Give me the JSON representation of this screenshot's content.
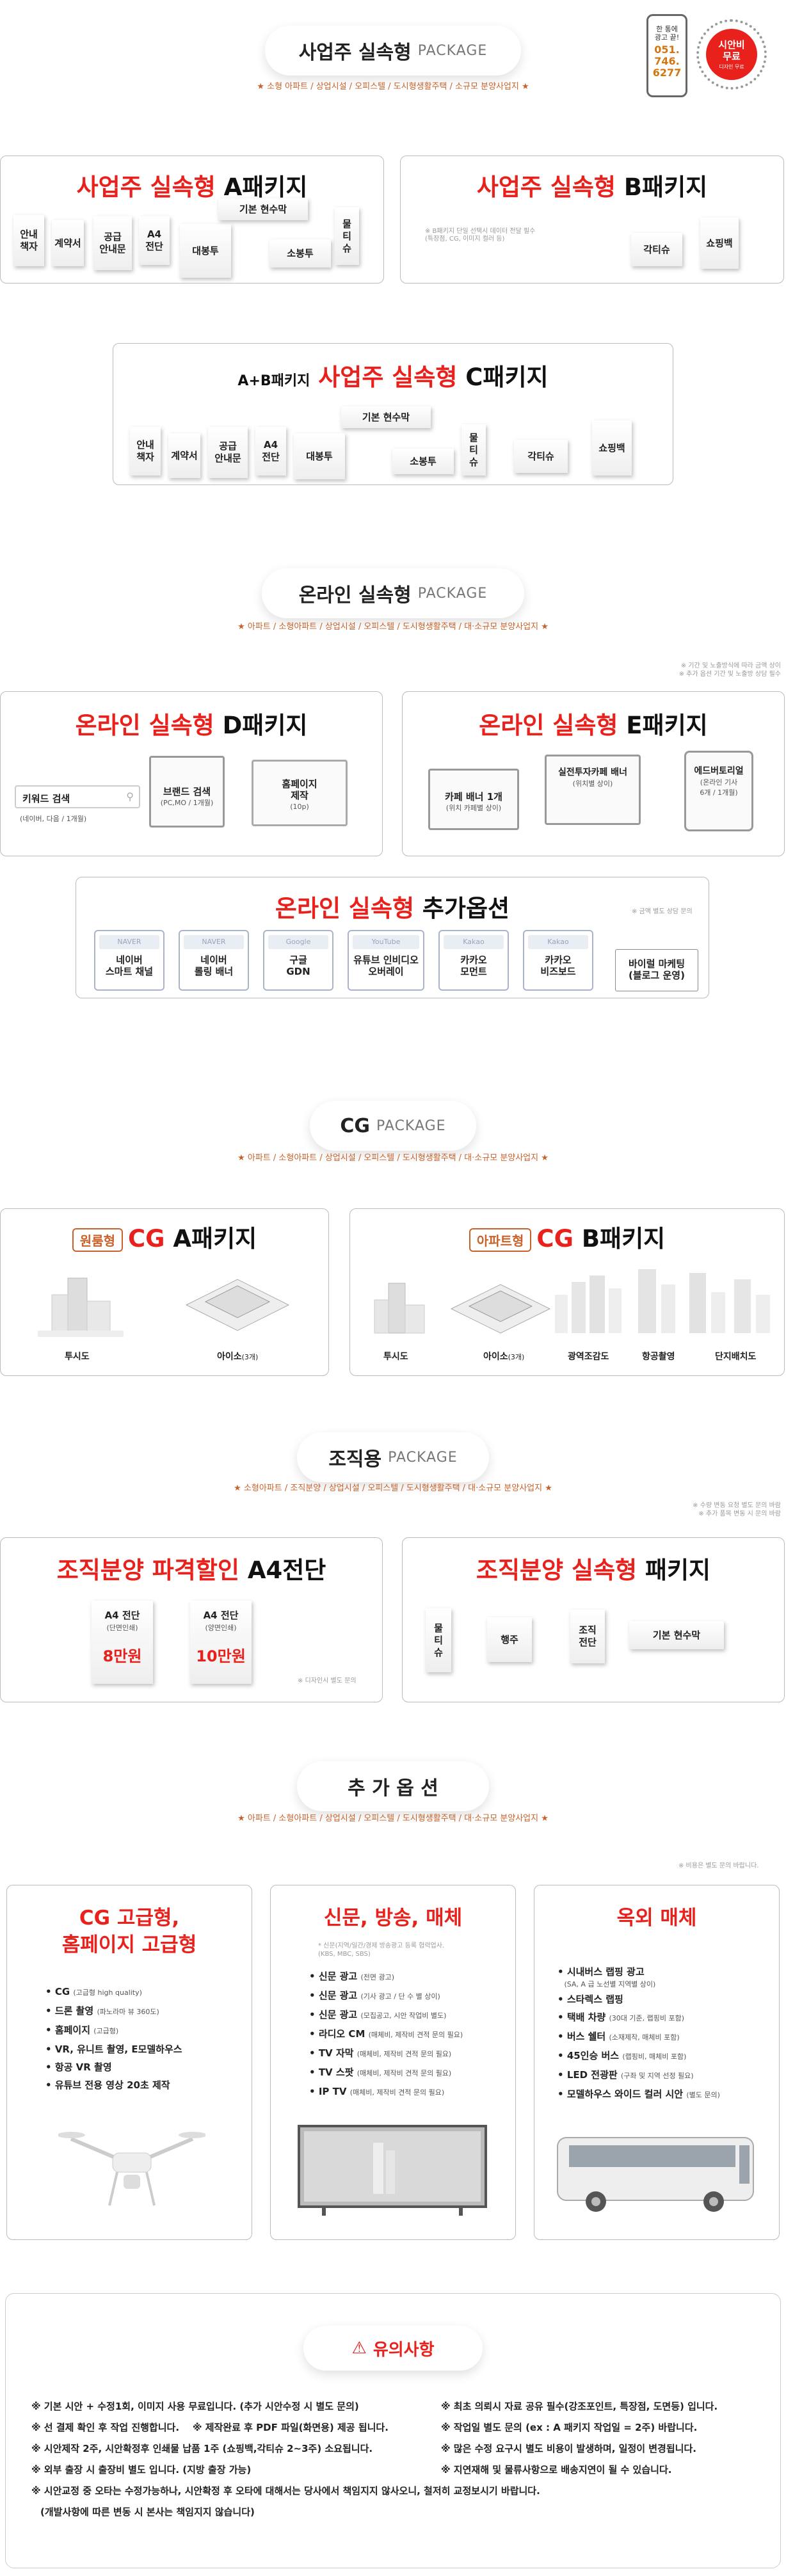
{
  "badge": {
    "label": "한 통에\n광고 끝!",
    "phone1": "051.",
    "phone2": "746.",
    "phone3": "6277",
    "seal_main": "시안비\n무료",
    "seal_sub": "디자인 무료"
  },
  "s1": {
    "title": "사업주 실속형",
    "pkg": "PACKAGE",
    "sub": "★ 소형 아파트 / 상업시설 / 오피스텔 / 도시형생활주택 / 소규모 분양사업지 ★",
    "a_title_r": "사업주 실속형",
    "a_title_b": "A패키지",
    "b_title_r": "사업주 실속형",
    "b_title_b": "B패키지",
    "b_note": "※ B패키지 단일 선택시 데이터 전달 필수\n(특장점, CG, 이미지 컬러 등)",
    "c_pre": "A+B패키지",
    "c_title_r": "사업주 실속형",
    "c_title_b": "C패키지",
    "items": {
      "guide": "안내\n책자",
      "contract": "계약서",
      "notice": "공급\n안내문",
      "a4": "A4\n전단",
      "envelope": "대봉투",
      "basic": "기본 현수막",
      "small_env": "소봉투",
      "tissue": "물\n티\n슈",
      "box_tissue": "각티슈",
      "shopping": "쇼핑백"
    }
  },
  "s2": {
    "title": "온라인 실속형",
    "pkg": "PACKAGE",
    "sub": "★ 아파트 / 소형아파트 / 상업시설 / 오피스텔 / 도시형생활주택 / 대·소규모 분양사업지 ★",
    "note": "※ 기간 및 노출방식에 따라 금액 상이\n※ 추가 옵션 기간 및 노출방 상담 필수",
    "d_title_r": "온라인 실속형",
    "d_title_b": "D패키지",
    "d_keyword": "키워드 검색",
    "d_keyword_sub": "(네이버, 다음 / 1개월)",
    "d_brand": "브랜드 검색",
    "d_brand_sub": "(PC,MO / 1개월)",
    "d_home": "홈페이지\n제작",
    "d_home_sub": "(10p)",
    "e_title_r": "온라인 실속형",
    "e_title_b": "E패키지",
    "e_cafe": "카페 배너 1개",
    "e_cafe_sub": "(위치 카페별 상이)",
    "e_realtime": "실전투자카페 배너",
    "e_realtime_sub": "(위치별 상이)",
    "e_editorial": "에드버토리얼",
    "e_editorial_sub": "(온라인 기사\n6개 / 1개월)",
    "opt_title_r": "온라인 실속형",
    "opt_title_b": "추가옵션",
    "opt_note": "※ 금액 별도 상담 문의",
    "opts": [
      {
        "logo": "NAVER",
        "label": "네이버\n스마트 채널"
      },
      {
        "logo": "NAVER",
        "label": "네이버\n롤링 배너"
      },
      {
        "logo": "Google",
        "label": "구글\nGDN"
      },
      {
        "logo": "YouTube",
        "label": "유튜브 인비디오\n오버레이"
      },
      {
        "logo": "Kakao",
        "label": "카카오\n모먼트"
      },
      {
        "logo": "Kakao",
        "label": "카카오\n비즈보드"
      }
    ],
    "viral": "바이럴 마케팅\n(블로그 운영)"
  },
  "s3": {
    "title": "CG",
    "pkg": "PACKAGE",
    "sub": "★ 아파트 / 소형아파트 / 상업시설 / 오피스텔 / 도시형생활주택 / 대·소규모 분양사업지 ★",
    "a_tag": "원룸형",
    "a_title_r": "CG",
    "a_title_b": "A패키지",
    "a_items": [
      "투시도",
      "아이소"
    ],
    "a_iso_sub": "(3개)",
    "b_tag": "아파트형",
    "b_title_r": "CG",
    "b_title_b": "B패키지",
    "b_items": [
      "투시도",
      "아이소",
      "광역조감도",
      "항공촬영",
      "단지배치도"
    ],
    "b_iso_sub": "(3개)"
  },
  "s4": {
    "title": "조직용",
    "pkg": "PACKAGE",
    "sub": "★ 소형아파트 / 조직분양 / 상업시설 / 오피스텔 / 도시형생활주택 / 대·소규모 분양사업지 ★",
    "note": "※ 수량 변동 요청 별도 문의 바람\n※ 추가 품목 변동 시 문의 바람",
    "l_title_r": "조직분양 파격할인",
    "l_title_b": "A4전단",
    "l1": "A4 전단",
    "l1_sub": "(단면인쇄)",
    "l1_price": "8만원",
    "l2": "A4 전단",
    "l2_sub": "(양면인쇄)",
    "l2_price": "10만원",
    "l_note": "※ 디자인시 별도 문의",
    "r_title_r": "조직분양 실속형",
    "r_title_b": "패키지",
    "r_items": {
      "tissue": "물\n티\n슈",
      "fan": "행주",
      "flyer": "조직\n전단",
      "banner": "기본 현수막"
    }
  },
  "s5": {
    "title": "추 가 옵 션",
    "sub": "★ 아파트 / 소형아파트 / 상업시설 / 오피스텔 / 도시형생활주택 / 대·소규모 분양사업지 ★",
    "note": "※ 비용은 별도 문의 바랍니다.",
    "cg_title": "CG 고급형,\n홈페이지 고급형",
    "cg_items": [
      {
        "b": "CG",
        "s": "(고급형 high quality)"
      },
      {
        "b": "드론 촬영",
        "s": "(파노라마 뷰 360도)"
      },
      {
        "b": "홈페이지",
        "s": "(고급형)"
      },
      {
        "b": "VR, 유니트 촬영, E모델하우스",
        "s": ""
      },
      {
        "b": "항공 VR 촬영",
        "s": ""
      },
      {
        "b": "유튜브 전용 영상 20초 제작",
        "s": ""
      }
    ],
    "media_title": "신문, 방송, 매체",
    "media_note": "* 신문(지역/일간/경제 방송광고 등록 협력업사.\n(KBS, MBC, SBS)",
    "media_items": [
      {
        "b": "신문 광고",
        "s": "(전면 광고)"
      },
      {
        "b": "신문 광고",
        "s": "(기사 광고 / 단 수 별 상이)"
      },
      {
        "b": "신문 광고",
        "s": "(모집공고, 시안 작업비 별도)"
      },
      {
        "b": "라디오 CM",
        "s": "(매체비, 제작비 견적 문의 필요)"
      },
      {
        "b": "TV 자막",
        "s": "(매체비, 제작비 견적 문의 필요)"
      },
      {
        "b": "TV 스팟",
        "s": "(매체비, 제작비 견적 문의 필요)"
      },
      {
        "b": "IP TV",
        "s": "(매체비, 제작비 견적 문의 필요)"
      }
    ],
    "out_title": "옥외 매체",
    "out_items": [
      {
        "b": "시내버스 랩핑 광고",
        "s": "(SA, A 급 노선별 지역별 상이)"
      },
      {
        "b": "스타렉스 랩핑",
        "s": ""
      },
      {
        "b": "택배 차량",
        "s": "(30대 기준, 랩핑비 포함)"
      },
      {
        "b": "버스 쉘터",
        "s": "(소재제작, 매체비 포함)"
      },
      {
        "b": "45인승 버스",
        "s": "(랩핑비, 매체비 포함)"
      },
      {
        "b": "LED 전광판",
        "s": "(구좌 및 지역 선정 필요)"
      },
      {
        "b": "모델하우스 와이드 컬러 시안",
        "s": "(별도 문의)"
      }
    ]
  },
  "warn": {
    "title": "유의사항",
    "left": [
      "※ 기본 시안 + 수정1회, 이미지 사용 무료입니다. (추가 시안수정 시 별도 문의)",
      "※ 선 결제 확인 후 작업 진행합니다.    ※ 제작완료 후 PDF 파일(화면용) 제공 됩니다.",
      "※ 시안제작 2주, 시안확정후 인쇄물 납품 1주 (쇼핑백,각티슈 2~3주) 소요됩니다.",
      "※ 외부 출장 시 출장비 별도 입니다. (지방 출장 가능)",
      "※ 시안교정 중 오타는 수정가능하나, 시안확정 후 오타에 대해서는 당사에서 책임지지 않사오니, 철저히 교정보시기 바랍니다.",
      "(개발사항에 따른 변동 시 본사는 책임지지 않습니다)"
    ],
    "right": [
      "※ 최초 의뢰시 자료 공유 필수(강조포인트, 특장점, 도면등) 입니다.",
      "※ 작업일 별도 문의 (ex : A 패키지 작업일 = 2주) 바랍니다.",
      "※ 많은 수정 요구시 별도 비용이 발생하며, 일정이 변경됩니다.",
      "※ 지연재해 및 물류사항으로 배송지연이 될 수 있습니다."
    ]
  }
}
